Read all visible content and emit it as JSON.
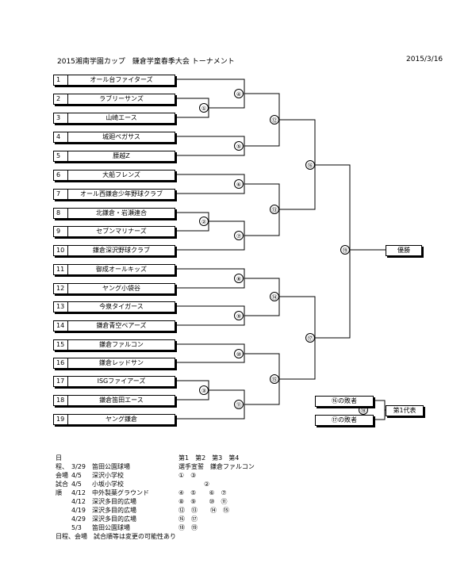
{
  "header": {
    "title": "2015湘南学園カップ　鎌倉学童春季大会 トーナメント",
    "date": "2015/3/16"
  },
  "teams": [
    {
      "num": "1",
      "name": "オール台ファイターズ"
    },
    {
      "num": "2",
      "name": "ラブリーサンズ"
    },
    {
      "num": "3",
      "name": "山崎エース"
    },
    {
      "num": "4",
      "name": "城廻ペガサス"
    },
    {
      "num": "5",
      "name": "腰越Z"
    },
    {
      "num": "6",
      "name": "大船フレンズ"
    },
    {
      "num": "7",
      "name": "オール西鎌倉少年野球クラブ"
    },
    {
      "num": "8",
      "name": "北鎌倉・岩瀬連合"
    },
    {
      "num": "9",
      "name": "セブンマリナーズ"
    },
    {
      "num": "10",
      "name": "鎌倉深沢野球クラブ"
    },
    {
      "num": "11",
      "name": "御成オールキッズ"
    },
    {
      "num": "12",
      "name": "ヤング小袋谷"
    },
    {
      "num": "13",
      "name": "今泉タイガース"
    },
    {
      "num": "14",
      "name": "鎌倉青空ベアーズ"
    },
    {
      "num": "15",
      "name": "鎌倉ファルコン"
    },
    {
      "num": "16",
      "name": "鎌倉レッドサン"
    },
    {
      "num": "17",
      "name": "ISGファイアーズ"
    },
    {
      "num": "18",
      "name": "鎌倉笛田エース"
    },
    {
      "num": "19",
      "name": "ヤング鎌倉"
    }
  ],
  "matches": [
    "①",
    "②",
    "③",
    "④",
    "⑤",
    "⑥",
    "⑦",
    "⑧",
    "⑨",
    "⑩",
    "⑪",
    "⑫",
    "⑬",
    "⑭",
    "⑮",
    "⑯",
    "⑰",
    "⑱",
    "⑲"
  ],
  "final": {
    "champion_label": "優勝",
    "loser16": "⑯の敗者",
    "loser17": "⑰の敗者",
    "rep_label": "第1代表"
  },
  "schedule": {
    "header_left": "日程、会場　試合順",
    "header_right": "第1　第2　第3　第4",
    "rows": [
      {
        "date": "3/29",
        "venue": "笛田公園球場",
        "slots": "選手宣誓　鎌倉ファルコン"
      },
      {
        "date": "4/5",
        "venue": "深沢小学校",
        "slots": "①　③"
      },
      {
        "date": "4/5",
        "venue": "小坂小学校",
        "slots": "　　　　②"
      },
      {
        "date": "4/12",
        "venue": "中外製薬グラウンド",
        "slots": "④　⑤　　⑥　⑦"
      },
      {
        "date": "4/12",
        "venue": "深沢多目的広場",
        "slots": "⑧　⑨　　⑩　⑪"
      },
      {
        "date": "4/19",
        "venue": "深沢多目的広場",
        "slots": "⑫　⑬　　⑭　⑮"
      },
      {
        "date": "4/29",
        "venue": "深沢多目的広場",
        "slots": "⑯　⑰"
      },
      {
        "date": "5/3",
        "venue": "笛田公園球場",
        "slots": "⑱　⑲"
      }
    ],
    "footer": "日程、会場　試合順等は変更の可能性あり"
  }
}
